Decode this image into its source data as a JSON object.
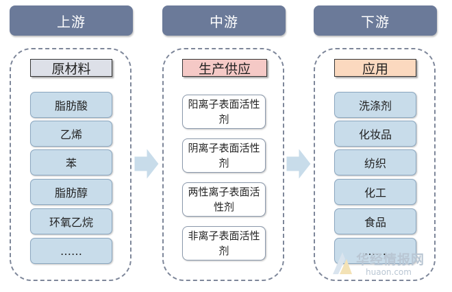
{
  "colors": {
    "header_bg": "#6b7a99",
    "raw_label_bg": "#dde0e8",
    "prod_label_bg": "#f5c9c6",
    "app_label_bg": "#fbd9bf",
    "item_bg": "#c8dcea",
    "arrow": "#c8dcea"
  },
  "upstream": {
    "header": "上游",
    "label": "原材料",
    "items": [
      "脂肪酸",
      "乙烯",
      "苯",
      "脂肪醇",
      "环氧乙烷",
      "……"
    ]
  },
  "midstream": {
    "header": "中游",
    "label": "生产供应",
    "items": [
      "阳离子表面活性剂",
      "阴离子表面活性剂",
      "两性离子表面活性剂",
      "非离子表面活性剂"
    ]
  },
  "downstream": {
    "header": "下游",
    "label": "应用",
    "items": [
      "洗涤剂",
      "化妆品",
      "纺织",
      "化工",
      "食品",
      "……"
    ]
  },
  "watermark": {
    "name": "华经情报网",
    "url": "huaon.com"
  }
}
